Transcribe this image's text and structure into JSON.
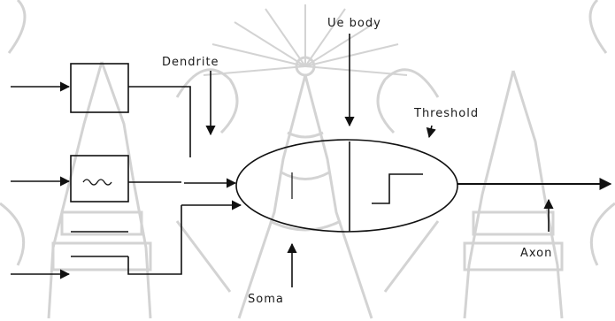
{
  "labels": {
    "top_input": "Ue body",
    "left_input": "Dendrite",
    "right_upper": "Threshold",
    "right_lower": "Axon",
    "bottom": "Soma"
  },
  "colors": {
    "ink": "#111111",
    "watermark": "#c8c8c8"
  },
  "watermark_icon": "temple-emblem-icon"
}
